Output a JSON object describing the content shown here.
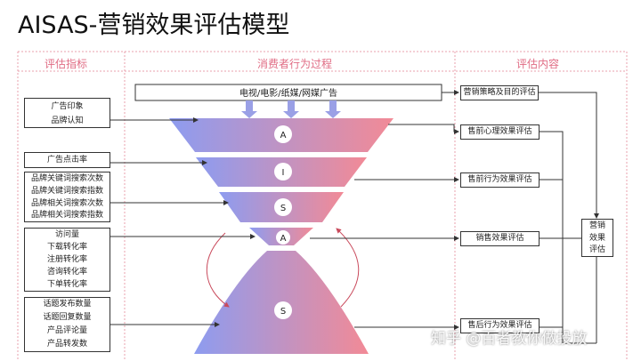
{
  "title": "AISAS-营销效果评估模型",
  "headers": {
    "left": "评估指标",
    "center": "消费者行为过程",
    "right": "评估内容"
  },
  "media_label": "电视/电影/纸媒/网媒广告",
  "stages": [
    "A",
    "I",
    "S",
    "A",
    "S"
  ],
  "left_boxes": [
    {
      "lines": [
        "广告印象",
        "品牌认知"
      ]
    },
    {
      "lines": [
        "广告点击率"
      ]
    },
    {
      "lines": [
        "品牌关键词搜索次数",
        "品牌关键词搜索指数",
        "品牌相关词搜索次数",
        "品牌相关词搜索指数"
      ]
    },
    {
      "lines": [
        "访问量",
        "下载转化率",
        "注册转化率",
        "咨询转化率",
        "下单转化率"
      ]
    },
    {
      "lines": [
        "话题发布数量",
        "话题回复数量",
        "产品评论量",
        "产品转发数"
      ]
    }
  ],
  "right_boxes": [
    "营销策略及目的评估",
    "售前心理效果评估",
    "售前行为效果评估",
    "销售效果评估",
    "售后行为效果评估"
  ],
  "summary_box": [
    "营销",
    "效果",
    "评估"
  ],
  "watermark": "知乎 @百者教你做投放",
  "colors": {
    "accent": "#e06c84",
    "funnel_left": "#8d9cf0",
    "funnel_right": "#f28a96",
    "arrow": "#9aa0e6",
    "curve": "#c94a5c"
  }
}
